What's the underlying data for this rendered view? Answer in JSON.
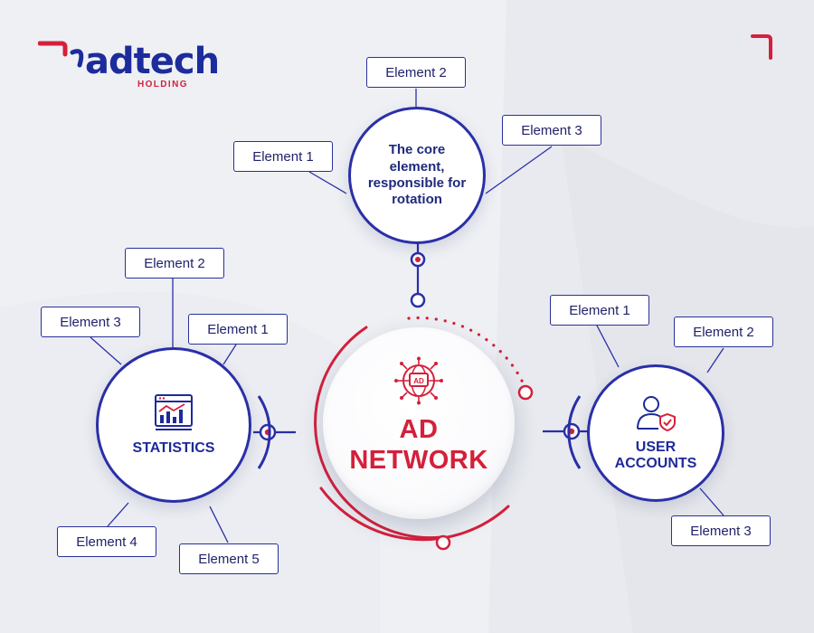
{
  "brand": {
    "name": "adtech",
    "subtitle": "HOLDING",
    "colors": {
      "navy": "#2a2fa8",
      "red": "#d5203b",
      "background": "#eef0f4"
    }
  },
  "center": {
    "title_line1": "AD",
    "title_line2": "NETWORK",
    "icon": "globe-ad-icon"
  },
  "core": {
    "text": "The core element, responsible for rotation",
    "elements": [
      "Element 1",
      "Element 2",
      "Element 3"
    ]
  },
  "statistics": {
    "label": "STATISTICS",
    "icon": "analytics-chart-icon",
    "elements": [
      "Element 1",
      "Element 2",
      "Element 3",
      "Element 4",
      "Element 5"
    ]
  },
  "user_accounts": {
    "label_line1": "USER",
    "label_line2": "ACCOUNTS",
    "icon": "user-shield-icon",
    "elements": [
      "Element 1",
      "Element 2",
      "Element 3"
    ]
  }
}
